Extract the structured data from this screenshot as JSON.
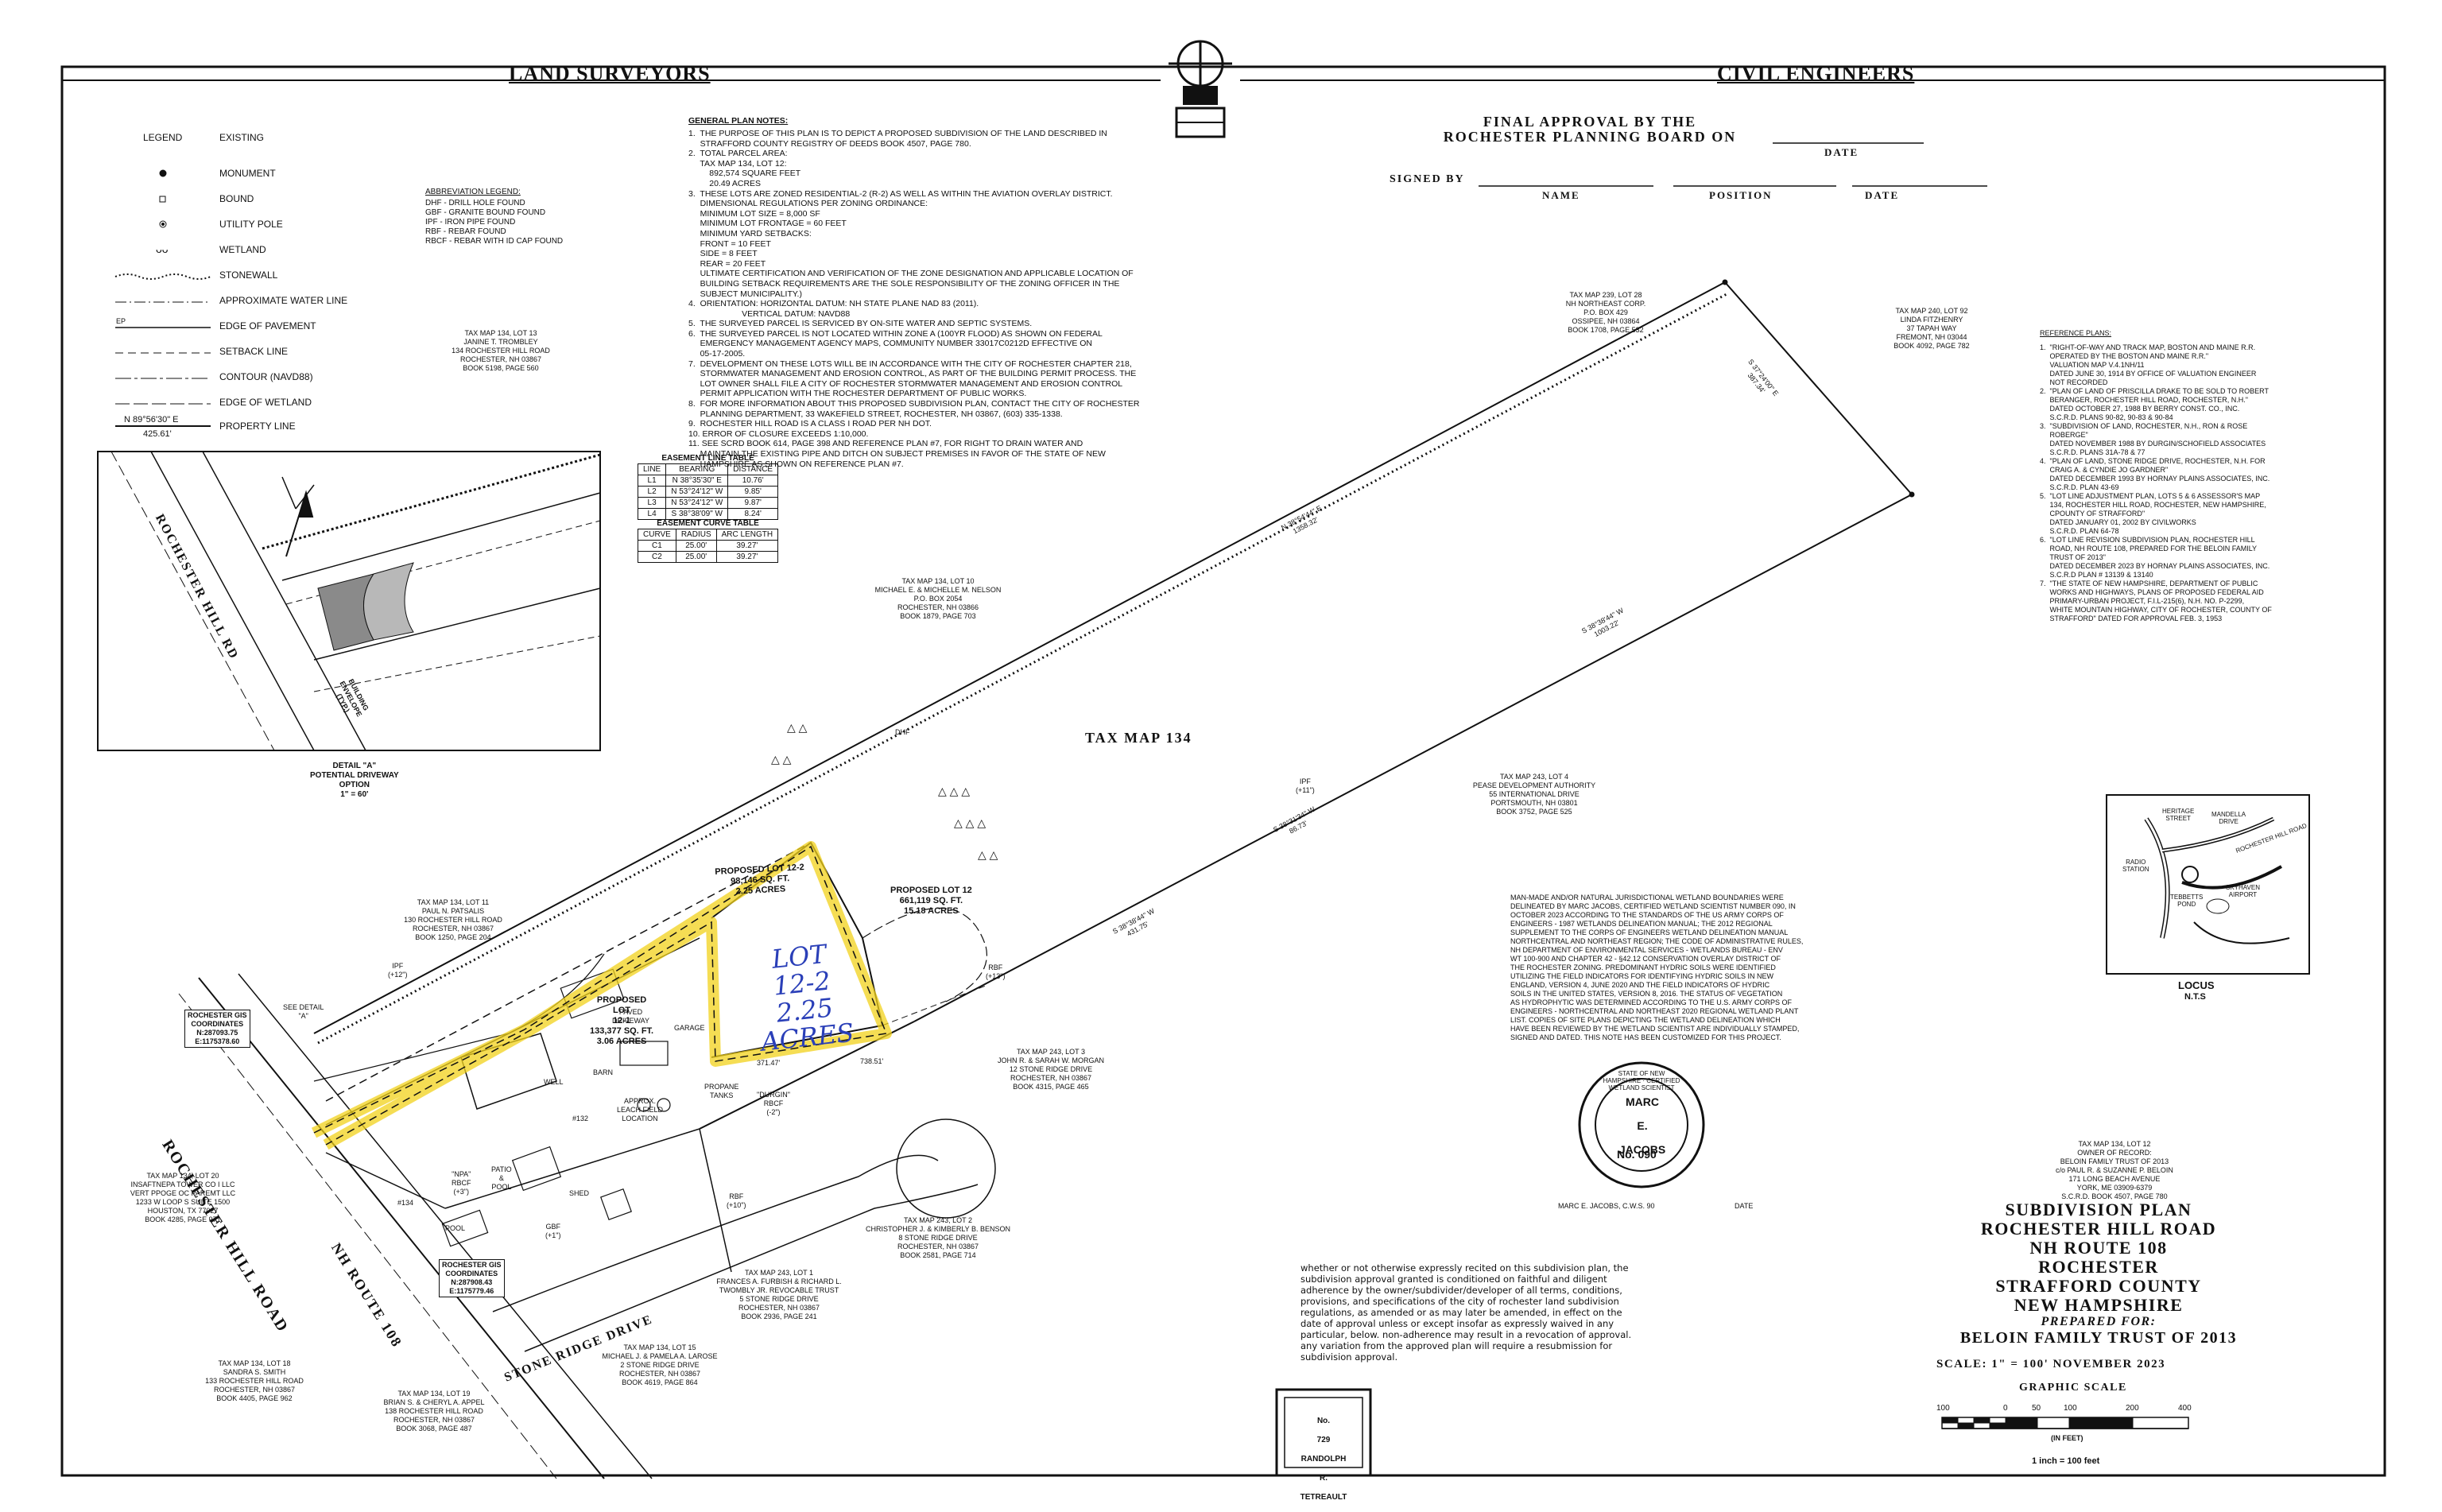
{
  "header": {
    "left_title": "LAND SURVEYORS",
    "right_title": "CIVIL ENGINEERS"
  },
  "approval": {
    "title_lines": [
      "FINAL APPROVAL BY THE",
      "ROCHESTER PLANNING BOARD ON"
    ],
    "date_label": "DATE",
    "signed_by_label": "SIGNED BY",
    "name_label": "NAME",
    "position_label": "POSITION",
    "date_label_2": "DATE"
  },
  "legend": {
    "col_legend": "LEGEND",
    "col_existing": "EXISTING",
    "items": [
      {
        "label": "MONUMENT",
        "symbol": "monument"
      },
      {
        "label": "BOUND",
        "symbol": "bound"
      },
      {
        "label": "UTILITY POLE",
        "symbol": "pole"
      },
      {
        "label": "WETLAND",
        "symbol": "wetland"
      },
      {
        "label": "STONEWALL",
        "symbol": "stonewall"
      },
      {
        "label": "APPROXIMATE WATER LINE",
        "symbol": "water"
      },
      {
        "label": "EDGE OF PAVEMENT",
        "symbol": "pavement"
      },
      {
        "label": "SETBACK LINE",
        "symbol": "setback"
      },
      {
        "label": "CONTOUR (NAVD88)",
        "symbol": "contour"
      },
      {
        "label": "EDGE OF WETLAND",
        "symbol": "wetedge"
      },
      {
        "label": "PROPERTY LINE",
        "symbol": "property"
      }
    ],
    "ep_tag": "EP",
    "property_bearing": "N 89°56'30\" E",
    "property_distance": "425.61'"
  },
  "abbreviations": {
    "title": "ABBREVIATION LEGEND:",
    "lines": "DHF - DRILL HOLE FOUND\nGBF - GRANITE BOUND FOUND\nIPF - IRON PIPE FOUND\nRBF - REBAR FOUND\nRBCF - REBAR WITH ID CAP FOUND"
  },
  "general_notes": {
    "title": "GENERAL PLAN NOTES:",
    "body": "1.  THE PURPOSE OF THIS PLAN IS TO DEPICT A PROPOSED SUBDIVISION OF THE LAND DESCRIBED IN\n     STRAFFORD COUNTY REGISTRY OF DEEDS BOOK 4507, PAGE 780.\n2.  TOTAL PARCEL AREA:\n     TAX MAP 134, LOT 12:\n         892,574 SQUARE FEET\n         20.49 ACRES\n3.  THESE LOTS ARE ZONED RESIDENTIAL-2 (R-2) AS WELL AS WITHIN THE AVIATION OVERLAY DISTRICT.\n     DIMENSIONAL REGULATIONS PER ZONING ORDINANCE:\n     MINIMUM LOT SIZE = 8,000 SF\n     MINIMUM LOT FRONTAGE = 60 FEET\n     MINIMUM YARD SETBACKS:\n     FRONT = 10 FEET\n     SIDE = 8 FEET\n     REAR = 20 FEET\n     ULTIMATE CERTIFICATION AND VERIFICATION OF THE ZONE DESIGNATION AND APPLICABLE LOCATION OF\n     BUILDING SETBACK REQUIREMENTS ARE THE SOLE RESPONSIBILITY OF THE ZONING OFFICER IN THE\n     SUBJECT MUNICIPALITY.)\n4.  ORIENTATION: HORIZONTAL DATUM: NH STATE PLANE NAD 83 (2011).\n                       VERTICAL DATUM: NAVD88\n5.  THE SURVEYED PARCEL IS SERVICED BY ON-SITE WATER AND SEPTIC SYSTEMS.\n6.  THE SURVEYED PARCEL IS NOT LOCATED WITHIN ZONE A (100YR FLOOD) AS SHOWN ON FEDERAL\n     EMERGENCY MANAGEMENT AGENCY MAPS, COMMUNITY NUMBER 33017C0212D EFFECTIVE ON\n     05-17-2005.\n7.  DEVELOPMENT ON THESE LOTS WILL BE IN ACCORDANCE WITH THE CITY OF ROCHESTER CHAPTER 218,\n     STORMWATER MANAGEMENT AND EROSION CONTROL, AS PART OF THE BUILDING PERMIT PROCESS. THE\n     LOT OWNER SHALL FILE A CITY OF ROCHESTER STORMWATER MANAGEMENT AND EROSION CONTROL\n     PERMIT APPLICATION WITH THE ROCHESTER DEPARTMENT OF PUBLIC WORKS.\n8.  FOR MORE INFORMATION ABOUT THIS PROPOSED SUBDIVISION PLAN, CONTACT THE CITY OF ROCHESTER\n     PLANNING DEPARTMENT, 33 WAKEFIELD STREET, ROCHESTER, NH 03867, (603) 335-1338.\n9.  ROCHESTER HILL ROAD IS A CLASS I ROAD PER NH DOT.\n10. ERROR OF CLOSURE EXCEEDS 1:10,000.\n11. SEE SCRD BOOK 614, PAGE 398 AND REFERENCE PLAN #7, FOR RIGHT TO DRAIN WATER AND\n     MAINTAIN THE EXISTING PIPE AND DITCH ON SUBJECT PREMISES IN FAVOR OF THE STATE OF NEW\n     HAMPSHIRE AS SHOWN ON REFERENCE PLAN #7."
  },
  "easement_line_table": {
    "title": "EASEMENT LINE TABLE",
    "headers": [
      "LINE",
      "BEARING",
      "DISTANCE"
    ],
    "rows": [
      [
        "L1",
        "N 38°35'30\" E",
        "10.76'"
      ],
      [
        "L2",
        "N 53°24'12\" W",
        "9.85'"
      ],
      [
        "L3",
        "N 53°24'12\" W",
        "9.87'"
      ],
      [
        "L4",
        "S 38°38'09\" W",
        "8.24'"
      ]
    ]
  },
  "easement_curve_table": {
    "title": "EASEMENT CURVE TABLE",
    "headers": [
      "CURVE",
      "RADIUS",
      "ARC LENGTH"
    ],
    "rows": [
      [
        "C1",
        "25.00'",
        "39.27'"
      ],
      [
        "C2",
        "25.00'",
        "39.27'"
      ]
    ]
  },
  "reference_plans": {
    "title": "REFERENCE PLANS:",
    "body": "1.  \"RIGHT-OF-WAY AND TRACK MAP, BOSTON AND MAINE R.R.\n     OPERATED BY THE BOSTON AND MAINE R.R.\"\n     VALUATION MAP V.4.1NH/11\n     DATED JUNE 30, 1914 BY OFFICE OF VALUATION ENGINEER\n     NOT RECORDED\n2.  \"PLAN OF LAND OF PRISCILLA DRAKE TO BE SOLD TO ROBERT\n     BERANGER, ROCHESTER HILL ROAD, ROCHESTER, N.H.\"\n     DATED OCTOBER 27, 1988 BY BERRY CONST. CO., INC.\n     S.C.R.D. PLANS 90-82, 90-83 & 90-84\n3.  \"SUBDIVISION OF LAND, ROCHESTER, N.H., RON & ROSE\n     ROBERGE\"\n     DATED NOVEMBER 1988 BY DURGIN/SCHOFIELD ASSOCIATES\n     S.C.R.D. PLANS 31A-78 & 77\n4.  \"PLAN OF LAND, STONE RIDGE DRIVE, ROCHESTER, N.H. FOR\n     CRAIG A. & CYNDIE JO GARDNER\"\n     DATED DECEMBER 1993 BY HORNAY PLAINS ASSOCIATES, INC.\n     S.C.R.D. PLAN 43-69\n5.  \"LOT LINE ADJUSTMENT PLAN, LOTS 5 & 6 ASSESSOR'S MAP\n     134, ROCHESTER HILL ROAD, ROCHESTER, NEW HAMPSHIRE,\n     CPOUNTY OF STRAFFORD\"\n     DATED JANUARY 01, 2002 BY CIVILWORKS\n     S.C.R.D. PLAN 64-78\n6.  \"LOT LINE REVISION SUBDIVISION PLAN, ROCHESTER HILL\n     ROAD, NH ROUTE 108, PREPARED FOR THE BELOIN FAMILY\n     TRUST OF 2013\"\n     DATED DECEMBER 2023 BY HORNAY PLAINS ASSOCIATES, INC.\n     S.C.R.D PLAN # 13139 & 13140\n7.  \"THE STATE OF NEW HAMPSHIRE, DEPARTMENT OF PUBLIC\n     WORKS AND HIGHWAYS, PLANS OF PROPOSED FEDERAL AID\n     PRIMARY-URBAN PROJECT, F.I.L-215(6), N.H. NO. P-2299,\n     WHITE MOUNTAIN HIGHWAY, CITY OF ROCHESTER, COUNTY OF\n     STRAFFORD\" DATED FOR APPROVAL FEB. 3, 1953"
  },
  "abutters": {
    "map239_lot28": "TAX MAP 239, LOT 28\nNH NORTHEAST CORP.\nP.O. BOX 429\nOSSIPEE, NH 03864\nBOOK 1708, PAGE 532",
    "map240_lot92": "TAX MAP 240, LOT 92\nLINDA FITZHENRY\n37 TAPAH WAY\nFREMONT, NH 03044\nBOOK 4092, PAGE 782",
    "map134_lot13": "TAX MAP 134, LOT 13\nJANINE T. TROMBLEY\n134 ROCHESTER HILL ROAD\nROCHESTER, NH 03867\nBOOK 5198, PAGE 560",
    "map134_lot10": "TAX MAP 134, LOT 10\nMICHAEL E. & MICHELLE M. NELSON\nP.O. BOX 2054\nROCHESTER, NH 03866\nBOOK 1879, PAGE 703",
    "map243_lot4": "TAX MAP 243, LOT 4\nPEASE DEVELOPMENT AUTHORITY\n55 INTERNATIONAL DRIVE\nPORTSMOUTH, NH 03801\nBOOK 3752, PAGE 525",
    "map134_lot11": "TAX MAP 134, LOT 11\nPAUL N. PATSALIS\n130 ROCHESTER HILL ROAD\nROCHESTER, NH 03867\nBOOK 1250, PAGE 204",
    "map243_lot3": "TAX MAP 243, LOT 3\nJOHN R. & SARAH W. MORGAN\n12 STONE RIDGE DRIVE\nROCHESTER, NH 03867\nBOOK 4315, PAGE 465",
    "map134_lot20": "TAX MAP 134, LOT 20\nINSAFTNEPA TOWER CO I LLC\nVERT PPOGE OC PAREMT LLC\n1233 W LOOP S SUITE 1500\nHOUSTON, TX 77027\nBOOK 4285, PAGE 971",
    "map243_lot2": "TAX MAP 243, LOT 2\nCHRISTOPHER J. & KIMBERLY B. BENSON\n8 STONE RIDGE DRIVE\nROCHESTER, NH 03867\nBOOK 2581, PAGE 714",
    "map243_lot1": "TAX MAP 243, LOT 1\nFRANCES A. FURBISH & RICHARD L.\nTWOMBLY JR. REVOCABLE TRUST\n5 STONE RIDGE DRIVE\nROCHESTER, NH 03867\nBOOK 2936, PAGE 241",
    "map134_lot18": "TAX MAP 134, LOT 18\nSANDRA S. SMITH\n133 ROCHESTER HILL ROAD\nROCHESTER, NH 03867\nBOOK 4405, PAGE 962",
    "map134_lot19": "TAX MAP 134, LOT 19\nBRIAN S. & CHERYL A. APPEL\n138 ROCHESTER HILL ROAD\nROCHESTER, NH 03867\nBOOK 3068, PAGE 487",
    "map134_lot15": "TAX MAP 134, LOT 15\nMICHAEL J. & PAMELA A. LAROSE\n2 STONE RIDGE DRIVE\nROCHESTER, NH 03867\nBOOK 4619, PAGE 864",
    "owner_map134_lot12": "TAX MAP 134, LOT 12\nOWNER OF RECORD:\nBELOIN FAMILY TRUST OF 2013\nc/o PAUL R. & SUZANNE P. BELOIN\n171 LONG BEACH AVENUE\nYORK, ME 03909-6379\nS.C.R.D. BOOK 4507, PAGE 780"
  },
  "plan_labels": {
    "tax_map_134": "TAX MAP 134",
    "proposed_lot12": "PROPOSED LOT 12\n661,119 SQ. FT.\n15.18 ACRES",
    "proposed_lot12_2": "PROPOSED LOT 12-2\n98,146 SQ. FT.\n2.25 ACRES",
    "proposed_lot12_1": "PROPOSED\nLOT\n12-1\n133,377 SQ. FT.\n3.06 ACRES",
    "rochester_hill_road": "ROCHESTER HILL ROAD",
    "nh_route_108": "NH ROUTE 108",
    "stone_ridge_drive": "STONE RIDGE DRIVE",
    "rochester_hill_rd_detail": "ROCHESTER HILL RD",
    "detail_caption": "DETAIL \"A\"\nPOTENTIAL DRIVEWAY\nOPTION\n1\" = 60'",
    "coords_a": "ROCHESTER GIS\nCOORDINATES\nN:287093.75\nE:1175378.60",
    "coords_b": "ROCHESTER GIS\nCOORDINATES\nN:287908.43\nE:1175779.46",
    "see_detail": "SEE DETAIL\n\"A\"",
    "bearing_1": "N 38°54'44\" E\n1358.32'",
    "bearing_2": "S 38°38'44\" W\n1003.22'",
    "bearing_3": "S 38°38'44\" W\n431.75'",
    "bearing_4": "S 37°24'00\" E\n387.34'",
    "bearing_5": "S 38°31'34\" W\n86.73'",
    "dist_1": "371.47'",
    "dist_2": "738.51'",
    "paved_driveway": "PAVED\nDRIVEWAY",
    "garage": "GARAGE",
    "barn": "BARN",
    "well": "WELL",
    "leach": "APPROX.\nLEACH FIELD\nLOCATION",
    "propane": "PROPANE\nTANKS",
    "patio": "PATIO\n&\nPOOL",
    "shed": "SHED",
    "pool": "POOL",
    "house_no": "#132",
    "house_no2": "#134",
    "durgin_rbcf": "\"DURGIN\"\nRBCF\n(-2\")",
    "rbf_1": "RBF\n(+13\")",
    "rbf_2": "RBF\n(+10\")",
    "ipf": "IPF\n(+12\")",
    "ipf_2": "IPF\n(+11\")",
    "gbf": "GBF\n(+1\")",
    "npa_rbcf": "\"NPA\"\nRBCF\n(+3\")",
    "dhf": "DHF",
    "building_envelope": "BUILDING\nENVELOPE\n(TYP.)"
  },
  "handwriting": {
    "lines": [
      "LOT",
      "12-2",
      "2.25",
      "ACRES"
    ]
  },
  "wetland_note": {
    "body": "MAN-MADE AND/OR NATURAL JURISDICTIONAL WETLAND BOUNDARIES WERE\nDELINEATED BY MARC JACOBS, CERTIFIED WETLAND SCIENTIST NUMBER 090, IN\nOCTOBER 2023 ACCORDING TO THE STANDARDS OF THE US ARMY CORPS OF\nENGINEERS - 1987 WETLANDS DELINEATION MANUAL; THE 2012 REGIONAL\nSUPPLEMENT TO THE CORPS OF ENGINEERS WETLAND DELINEATION MANUAL\nNORTHCENTRAL AND NORTHEAST REGION; THE CODE OF ADMINISTRATIVE RULES,\nNH DEPARTMENT OF ENVIRONMENTAL SERVICES - WETLANDS BUREAU - ENV\nWT 100-900 AND CHAPTER 42 - §42.12 CONSERVATION OVERLAY DISTRICT OF\nTHE ROCHESTER ZONING. PREDOMINANT HYDRIC SOILS WERE IDENTIFIED\nUTILIZING THE FIELD INDICATORS FOR IDENTIFYING HYDRIC SOILS IN NEW\nENGLAND, VERSION 4, JUNE 2020 AND THE FIELD INDICATORS OF HYDRIC\nSOILS IN THE UNITED STATES, VERSION 8, 2016. THE STATUS OF VEGETATION\nAS HYDROPHYTIC WAS DETERMINED ACCORDING TO THE U.S. ARMY CORPS OF\nENGINEERS - NORTHCENTRAL AND NORTHEAST 2020 REGIONAL WETLAND PLANT\nLIST. COPIES OF SITE PLANS DEPICTING THE WETLAND DELINEATION WHICH\nHAVE BEEN REVIEWED BY THE WETLAND SCIENTIST ARE INDIVIDUALLY STAMPED,\nSIGNED AND DATED. THIS NOTE HAS BEEN CUSTOMIZED FOR THIS PROJECT."
  },
  "seal": {
    "ring_text": "STATE OF NEW HAMPSHIRE · CERTIFIED WETLAND SCIENTIST",
    "name_lines": [
      "MARC",
      "E.",
      "JACOBS"
    ],
    "number": "No. 090",
    "signer_caption": "MARC E. JACOBS, C.W.S. 90",
    "date_caption": "DATE"
  },
  "approval_note": {
    "body": "whether or not otherwise expressly recited on this subdivision plan, the\nsubdivision approval granted is conditioned on faithful and diligent\nadherence by the owner/subdivider/developer of all terms, conditions,\nprovisions, and specifications of the city of rochester land subdivision\nregulations, as amended or as may later be amended, in effect on the\ndate of approval unless or except insofar as expressly waived in any\nparticular, below. non-adherence may result in a revocation of approval.\nany variation from the approved plan will require a resubmission for\nsubdivision approval."
  },
  "locus": {
    "label": "LOCUS",
    "scale": "N.T.S",
    "labels": [
      "HERITAGE\nSTREET",
      "MANDELLA\nDRIVE",
      "RADIO\nSTATION",
      "TEBBETTS\nPOND",
      "SKYHAVEN\nAIRPORT",
      "ROCHESTER HILL ROAD"
    ]
  },
  "title_block": {
    "lines": [
      "SUBDIVISION PLAN",
      "ROCHESTER HILL ROAD",
      "NH ROUTE 108",
      "ROCHESTER",
      "STRAFFORD COUNTY",
      "NEW HAMPSHIRE"
    ],
    "prepared_for": "PREPARED FOR:",
    "client": "BELOIN FAMILY TRUST OF 2013",
    "scale_text": "SCALE:  1\" = 100'   NOVEMBER 2023",
    "graphic_scale": "GRAPHIC SCALE",
    "scale_ticks": [
      "100",
      "0",
      "50",
      "100",
      "200",
      "400"
    ],
    "in_feet": "(IN FEET)",
    "one_inch": "1 inch = 100 feet"
  },
  "surveyor_seal": {
    "lines": [
      "No.",
      "729",
      "RANDOLPH",
      "R.",
      "TETREAULT"
    ]
  }
}
